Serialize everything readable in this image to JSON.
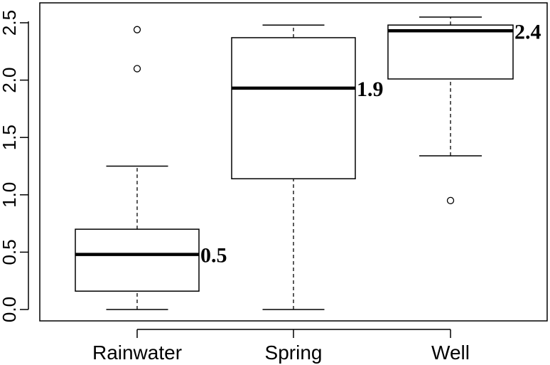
{
  "chart_data": {
    "type": "boxplot",
    "title": "",
    "xlabel": "",
    "ylabel": "",
    "ylim": [
      -0.1,
      2.6
    ],
    "yticks": [
      "0.0",
      "0.5",
      "1.0",
      "1.5",
      "2.0",
      "2.5"
    ],
    "categories": [
      "Rainwater",
      "Spring",
      "Well"
    ],
    "boxes": [
      {
        "category": "Rainwater",
        "whisker_low": 0.0,
        "q1": 0.16,
        "median": 0.48,
        "q3": 0.7,
        "whisker_high": 1.25,
        "outliers": [
          2.1,
          2.44
        ],
        "median_label": "0.5"
      },
      {
        "category": "Spring",
        "whisker_low": 0.0,
        "q1": 1.14,
        "median": 1.93,
        "q3": 2.37,
        "whisker_high": 2.48,
        "outliers": [],
        "median_label": "1.9"
      },
      {
        "category": "Well",
        "whisker_low": 1.34,
        "q1": 2.01,
        "median": 2.43,
        "q3": 2.48,
        "whisker_high": 2.55,
        "outliers": [
          0.95
        ],
        "median_label": "2.4"
      }
    ],
    "colors": {
      "box_fill": "#ffffff",
      "stroke": "#000000"
    },
    "grid": false,
    "legend": "none"
  }
}
